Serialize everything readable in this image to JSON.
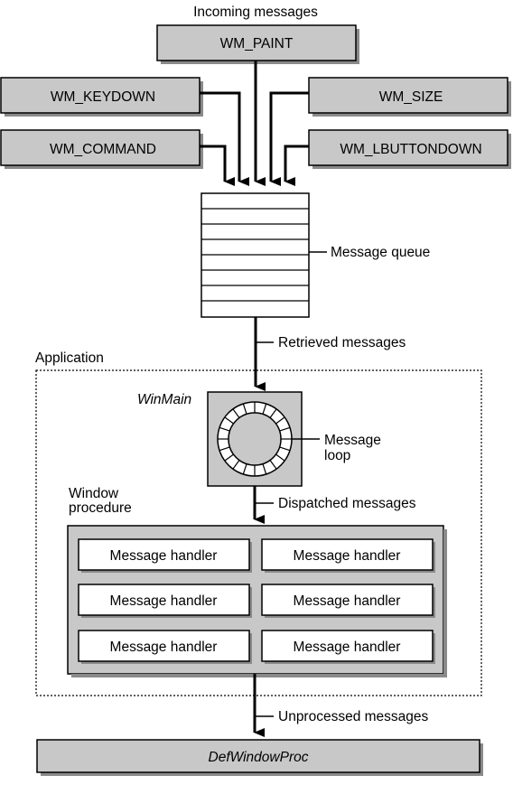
{
  "incoming_label": "Incoming messages",
  "messages": {
    "top": "WM_PAINT",
    "left_upper": "WM_KEYDOWN",
    "left_lower": "WM_COMMAND",
    "right_upper": "WM_SIZE",
    "right_lower": "WM_LBUTTONDOWN"
  },
  "queue_label": "Message queue",
  "retrieved_label": "Retrieved messages",
  "application_label": "Application",
  "winmain_label": "WinMain",
  "loop_label": [
    "Message",
    "loop"
  ],
  "window_procedure_label": [
    "Window",
    "procedure"
  ],
  "dispatched_label": "Dispatched messages",
  "handlers": [
    "Message handler",
    "Message handler",
    "Message handler",
    "Message handler",
    "Message handler",
    "Message handler"
  ],
  "unprocessed_label": "Unprocessed messages",
  "defwindowproc_label": "DefWindowProc",
  "colors": {
    "box_fill": "#c8c8c8",
    "shadow": "#8a8a8a",
    "line": "#000000",
    "handler_fill": "#ffffff"
  }
}
